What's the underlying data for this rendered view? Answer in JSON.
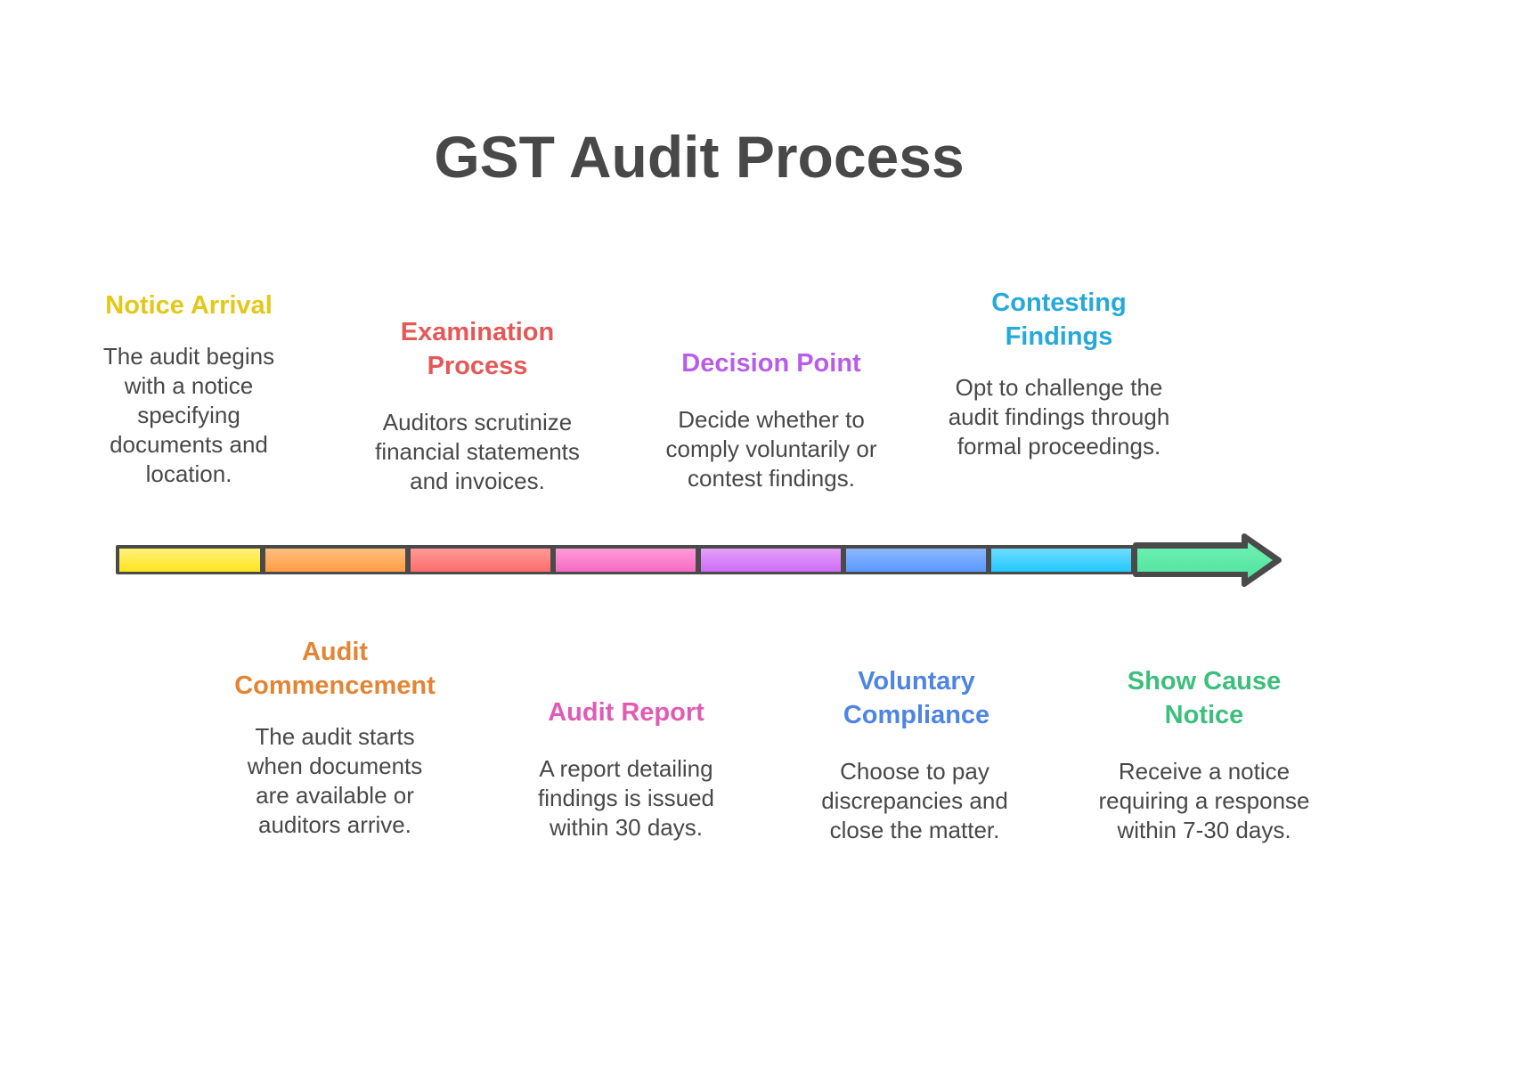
{
  "title": "GST Audit Process",
  "steps": [
    {
      "title": "Notice Arrival",
      "description": "The audit begins with a notice specifying documents and location.",
      "color": "#E3C81A",
      "bar": [
        "#FFF27A",
        "#FFE41E"
      ]
    },
    {
      "title": "Audit Commencement",
      "description": "The audit starts when documents are available or auditors arrive.",
      "color": "#E28535",
      "bar": [
        "#FFBE7E",
        "#FF9D44"
      ]
    },
    {
      "title": "Examination Process",
      "description": "Auditors scrutinize financial statements and invoices.",
      "color": "#E45858",
      "bar": [
        "#FF9A96",
        "#FF6C6C"
      ]
    },
    {
      "title": "Audit Report",
      "description": "A report detailing findings is issued within 30 days.",
      "color": "#E05BB4",
      "bar": [
        "#FF9BD8",
        "#F56BC2"
      ]
    },
    {
      "title": "Decision Point",
      "description": "Decide whether to comply voluntarily or contest findings.",
      "color": "#B95DE6",
      "bar": [
        "#E4A0FB",
        "#CF6BF7"
      ]
    },
    {
      "title": "Voluntary Compliance",
      "description": "Choose to pay discrepancies and close the matter.",
      "color": "#4E85E2",
      "bar": [
        "#8DB8FF",
        "#5A98FF"
      ]
    },
    {
      "title": "Contesting Findings",
      "description": "Opt to challenge the audit findings through formal proceedings.",
      "color": "#25A9D9",
      "bar": [
        "#6FDCFF",
        "#22C8FD"
      ]
    },
    {
      "title": "Show Cause Notice",
      "description": "Receive a notice requiring a response within 7-30 days.",
      "color": "#3DBE7D",
      "bar": [
        "#6FF2B4",
        "#52E29E"
      ]
    }
  ]
}
